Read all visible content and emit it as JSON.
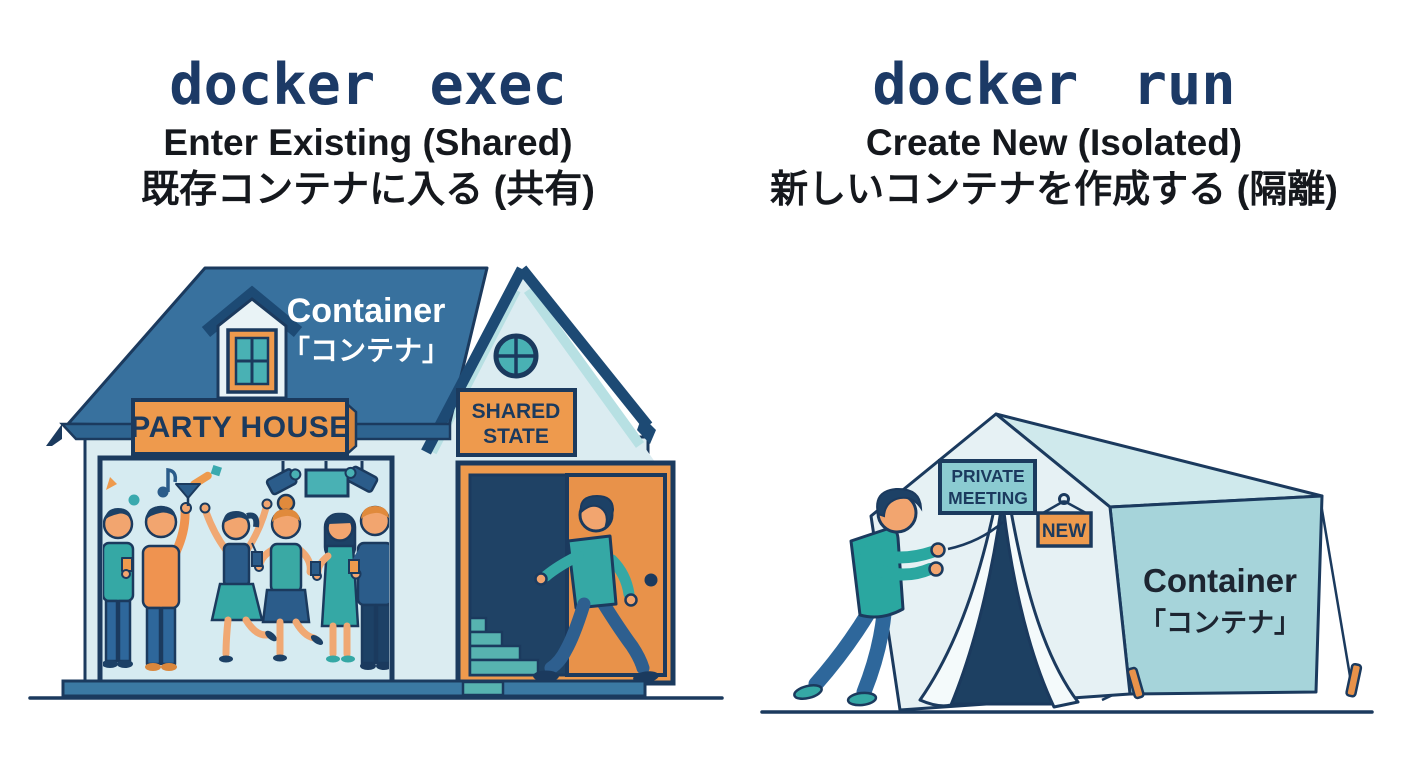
{
  "left": {
    "command": "docker exec",
    "subtitle_en": "Enter Existing (Shared)",
    "subtitle_ja": "既存コンテナに入る (共有)",
    "house": {
      "roof_label_en": "Container",
      "roof_label_ja": "「コンテナ」",
      "banner": "PARTY HOUSE",
      "state_sign_line1": "SHARED",
      "state_sign_line2": "STATE"
    }
  },
  "right": {
    "command": "docker run",
    "subtitle_en": "Create New (Isolated)",
    "subtitle_ja": "新しいコンテナを作成する (隔離)",
    "tent": {
      "sign_line1": "PRIVATE",
      "sign_line2": "MEETING",
      "tag": "NEW",
      "wall_label_en": "Container",
      "wall_label_ja": "「コンテナ」"
    }
  },
  "colors": {
    "title_navy": "#1c3a66",
    "text_black": "#15181d",
    "outline_navy": "#1b3a5e",
    "roof_blue": "#38719e",
    "wall_light": "#dbecf1",
    "accent_orange": "#ee9a4d",
    "accent_teal": "#35a8a5",
    "tent_side_teal": "#a6d4da",
    "sign_teal": "#8bcbd1",
    "interior_navy": "#1f4265",
    "skin": "#f2a56f"
  }
}
